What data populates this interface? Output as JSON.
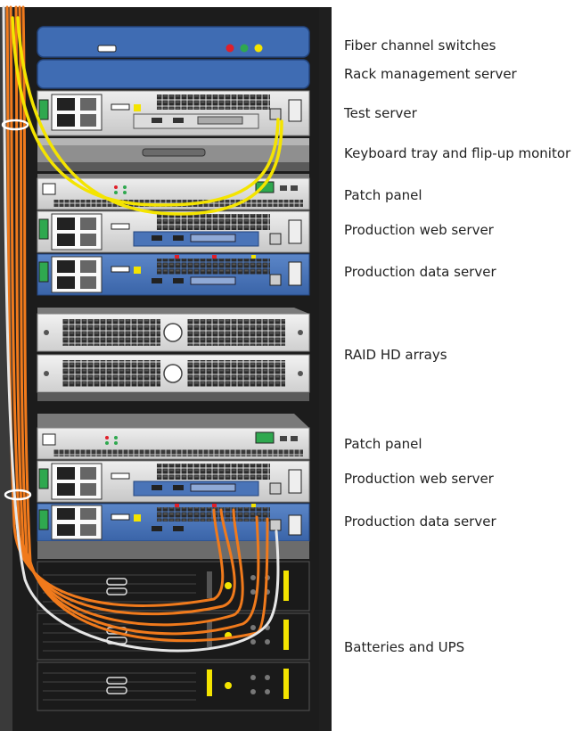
{
  "labels": [
    {
      "id": "fiber",
      "text": "Fiber channel switches"
    },
    {
      "id": "rackmgmt",
      "text": "Rack management server"
    },
    {
      "id": "test",
      "text": "Test server"
    },
    {
      "id": "kbd",
      "text": "Keyboard tray and flip-up monitor"
    },
    {
      "id": "patch1",
      "text": "Patch panel"
    },
    {
      "id": "web1",
      "text": "Production web server"
    },
    {
      "id": "data1",
      "text": "Production data server"
    },
    {
      "id": "raid",
      "text": "RAID HD arrays"
    },
    {
      "id": "patch2",
      "text": "Patch panel"
    },
    {
      "id": "web2",
      "text": "Production web server"
    },
    {
      "id": "data2",
      "text": "Production data server"
    },
    {
      "id": "ups",
      "text": "Batteries and UPS"
    }
  ],
  "colors": {
    "rack_frame": "#2a2a2a",
    "switch_blue": "#3f6cb3",
    "server_grey": "#d9d9d9",
    "server_blue": "#4a74b8",
    "cable_orange": "#f07a1c",
    "cable_yellow": "#f4e400",
    "cable_white": "#e6e6e6",
    "led_red": "#e0202a",
    "led_green": "#2fa84f",
    "led_yellow": "#f4e400"
  }
}
